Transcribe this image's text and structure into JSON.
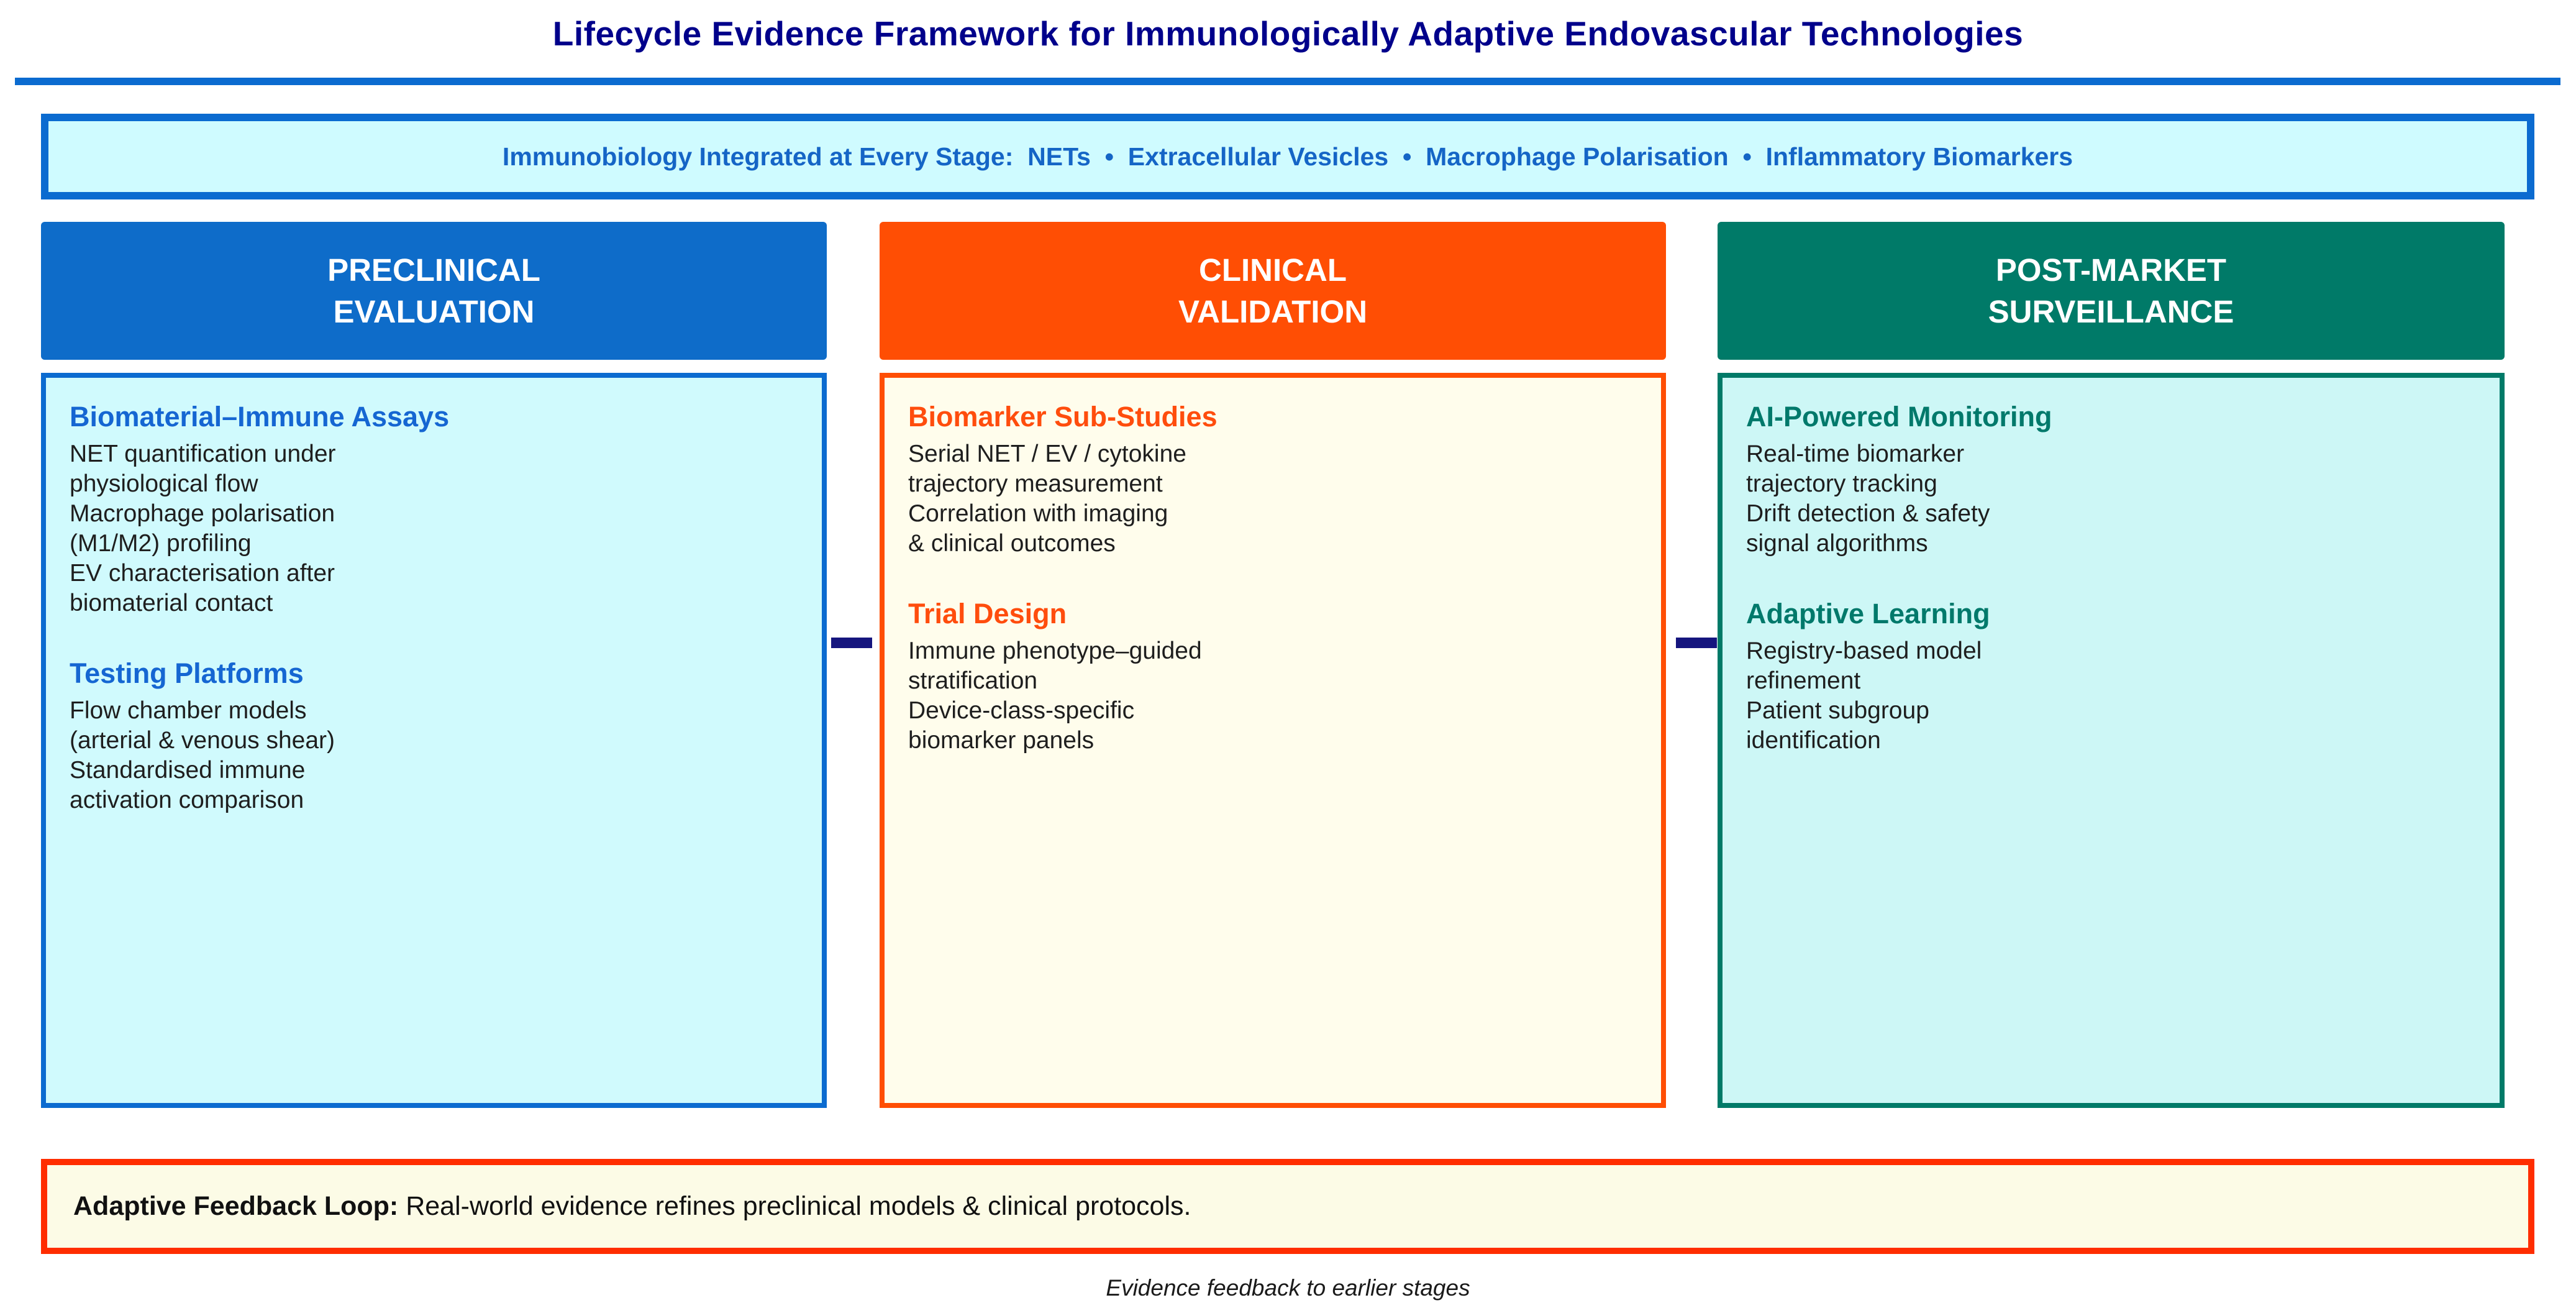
{
  "title": "Lifecycle Evidence Framework for Immunologically Adaptive Endovascular Technologies",
  "banner": {
    "label": "Immunobiology Integrated at Every Stage:",
    "items": [
      "NETs",
      "Extracellular Vesicles",
      "Macrophage Polarisation",
      "Inflammatory Biomarkers"
    ],
    "text": "Immunobiology Integrated at Every Stage:  NETs  •  Extracellular Vesicles  •  Macrophage Polarisation  •  Inflammatory Biomarkers"
  },
  "columns": [
    {
      "header_line1": "PRECLINICAL",
      "header_line2": "EVALUATION",
      "accent": "#0E6CC9",
      "body_fill": "#D0FAFD",
      "sections": [
        {
          "heading": "Biomaterial–Immune Assays",
          "lines": [
            "NET quantification under",
            "physiological flow",
            "Macrophage polarisation",
            "(M1/M2) profiling",
            "EV characterisation after",
            "biomaterial contact"
          ]
        },
        {
          "heading": "Testing Platforms",
          "lines": [
            "Flow chamber models",
            "(arterial & venous shear)",
            "Standardised immune",
            "activation comparison"
          ]
        }
      ]
    },
    {
      "header_line1": "CLINICAL",
      "header_line2": "VALIDATION",
      "accent": "#FF4E04",
      "body_fill": "#FFFDEC",
      "sections": [
        {
          "heading": "Biomarker Sub-Studies",
          "lines": [
            "Serial NET / EV / cytokine",
            "trajectory measurement",
            "Correlation with imaging",
            "& clinical outcomes"
          ]
        },
        {
          "heading": "Trial Design",
          "lines": [
            "Immune phenotype–guided",
            "stratification",
            "Device-class-specific",
            "biomarker panels"
          ]
        }
      ]
    },
    {
      "header_line1": "POST-MARKET",
      "header_line2": "SURVEILLANCE",
      "accent": "#007A68",
      "body_fill": "#CDF7F6",
      "sections": [
        {
          "heading": "AI-Powered Monitoring",
          "lines": [
            "Real-time biomarker",
            "trajectory tracking",
            "Drift detection & safety",
            "signal algorithms"
          ]
        },
        {
          "heading": "Adaptive Learning",
          "lines": [
            "Registry-based model",
            "refinement",
            "Patient subgroup",
            "identification"
          ]
        }
      ]
    }
  ],
  "feedback": {
    "label": "Adaptive Feedback Loop:",
    "text": " Real-world evidence refines preclinical models & clinical protocols."
  },
  "caption": "Evidence feedback to earlier stages",
  "colors": {
    "title_navy": "#00008B",
    "rule_blue": "#0B6BD0",
    "banner_fill": "#CFFBFF",
    "banner_text_blue": "#1565C6",
    "preclinical_blue": "#0E6CC9",
    "clinical_orange": "#FF4E04",
    "postmarket_teal": "#007A68",
    "connector_navy": "#15157E",
    "feedback_border_red": "#FF2D00",
    "feedback_fill_cream": "#FCFBE6",
    "body_text": "#1E1E1E"
  }
}
